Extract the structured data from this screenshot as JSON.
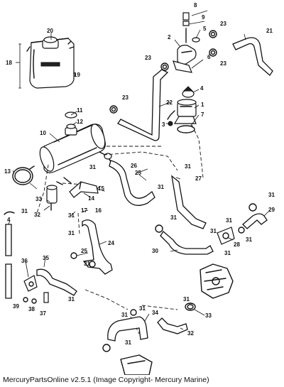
{
  "diagram": {
    "callouts": [
      "1",
      "2",
      "3",
      "4",
      "5",
      "6",
      "7",
      "8",
      "9",
      "10",
      "11",
      "12",
      "13",
      "14",
      "15",
      "16",
      "17",
      "18",
      "19",
      "20",
      "21",
      "22",
      "23",
      "24",
      "25",
      "26",
      "27",
      "28",
      "29",
      "30",
      "31",
      "32",
      "33",
      "34",
      "35",
      "36",
      "37",
      "38",
      "39"
    ],
    "repeated_callouts": [
      "23",
      "23",
      "23",
      "23",
      "31",
      "31",
      "31",
      "31",
      "31",
      "31",
      "31",
      "31",
      "31",
      "31",
      "31",
      "31",
      "31",
      "31",
      "31",
      "31",
      "31",
      "31"
    ]
  },
  "caption": "MercuryPartsOnline v2.5.1 (Image Copyright- Mercury Marine)"
}
